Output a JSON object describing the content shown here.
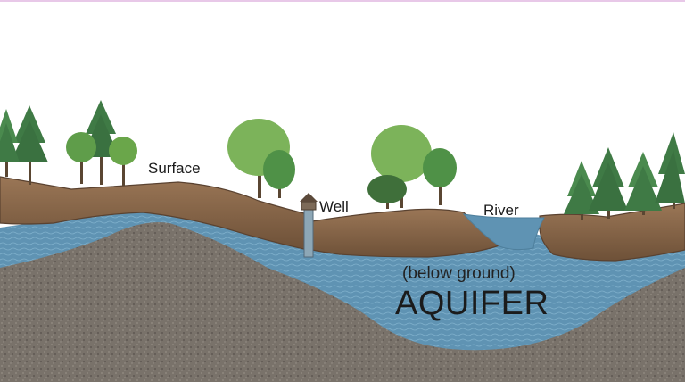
{
  "labels": {
    "surface": "Surface",
    "well": "Well",
    "river": "River",
    "aquifer_sub": "(below ground)",
    "aquifer": "AQUIFER"
  },
  "colors": {
    "sky": "#ffffff",
    "top_border": "#e8c8e8",
    "soil": "#8a6a4c",
    "soil_dark": "#6b4f36",
    "soil_edge": "#5a4230",
    "water": "#5f93b3",
    "water_light": "#7fb0cc",
    "rock": "#7b746c",
    "rock_dark": "#5e5852",
    "tree_conifer": "#3f7a45",
    "tree_broadleaf": "#6aa64a"
  },
  "icons": {
    "well": "well-icon",
    "tree_conifer": "conifer-tree-icon",
    "tree_broadleaf": "broadleaf-tree-icon"
  }
}
